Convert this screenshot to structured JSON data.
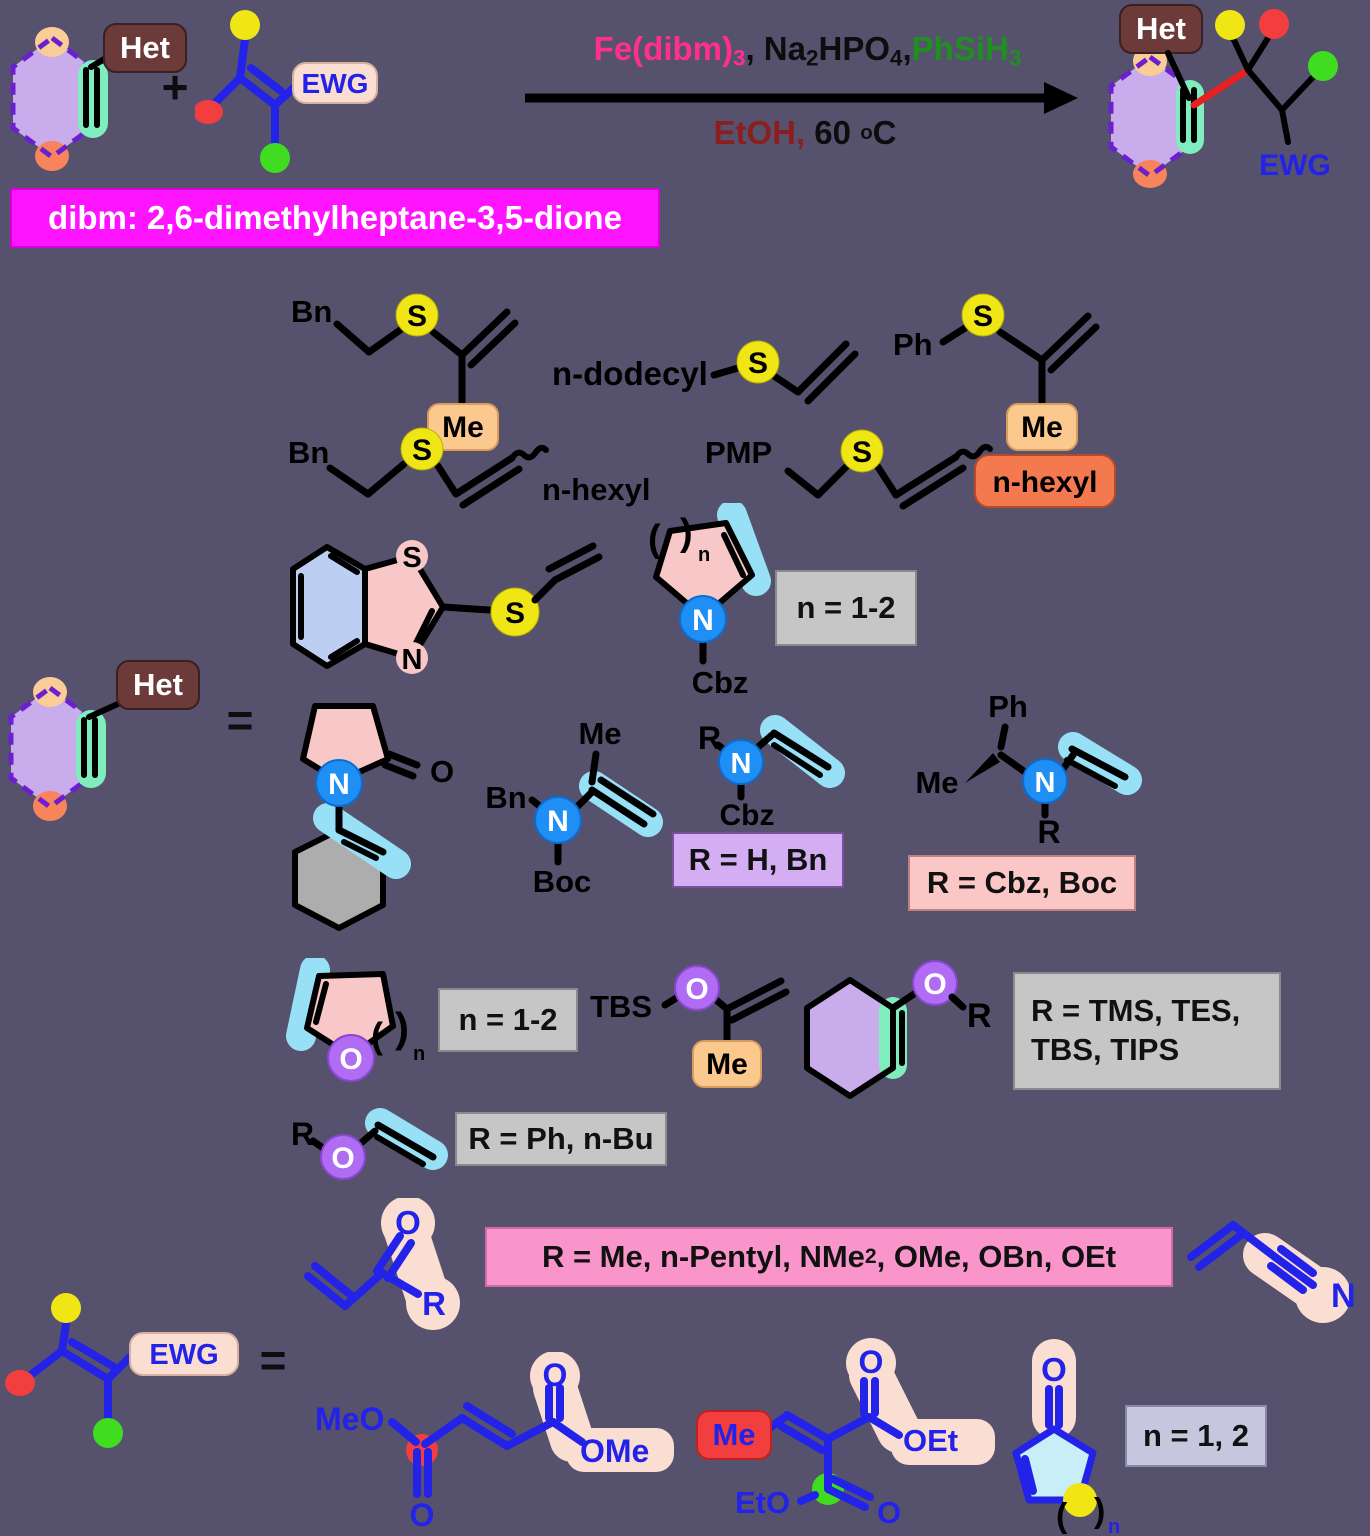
{
  "colors": {
    "background": "#56526E",
    "highlight_cyan": "#97E0F6",
    "highlight_mint": "#80EDBE",
    "hexagon_purple": "#C9ACEC",
    "sulfur_yellow": "#F0E616",
    "oxygen_purple": "#B06CF2",
    "nitrogen_blue": "#1F8FF5",
    "het_box_brown": "#6C3A38",
    "ewg_peach": "#FBDED2",
    "magenta_banner": "#FF14FF",
    "fe_text_pink": "#FF2E8F",
    "silane_text_green": "#1F8F1F",
    "etoh_text_darkred": "#8B1F1F",
    "bond_blue": "#2222E8",
    "note_gray": "#C6C6C6",
    "note_pink": "#FBC6C6",
    "note_purple": "#D4AEF2",
    "note_hotpink": "#F995CB",
    "note_lavender": "#C6C6DF",
    "me_orange": "#FBC98E",
    "hexyl_salmon": "#F4794F",
    "me_red_box": "#F23E3E",
    "ring_pink": "#F8C8C8",
    "ring_lightblue": "#BCCFF2",
    "ring_gray": "#ADADAD",
    "ring_cyan": "#C8EEF8"
  },
  "reaction": {
    "het_label": "Het",
    "plus": "+",
    "ewg_label": "EWG",
    "conditions": {
      "fe": "Fe(dibm)",
      "fe_sub": "3",
      "mid1": ", Na",
      "na_sub": "2",
      "hpo": "HPO",
      "hpo_sub": "4",
      "comma": ", ",
      "silane": "PhSiH",
      "silane_sub": "3",
      "solvent": "EtOH,",
      "temp": " 60 ",
      "deg_sup": "o",
      "deg_c": "C"
    },
    "product": {
      "het_label": "Het",
      "ewg_label": "EWG"
    },
    "dibm_note": "dibm: 2,6-dimethylheptane-3,5-dione"
  },
  "het_group": {
    "equals": "=",
    "het_label": "Het",
    "thioethers": {
      "benzyl_isopropenyl": {
        "bn": "Bn",
        "s": "S",
        "me": "Me"
      },
      "dodecyl_vinyl": {
        "chain": "n-dodecyl",
        "s": "S"
      },
      "phenyl_isopropenyl": {
        "ph": "Ph",
        "s": "S",
        "me": "Me"
      },
      "benzyl_hexenyl": {
        "bn": "Bn",
        "s": "S",
        "hexyl": "n-hexyl"
      },
      "pmp_hexenyl": {
        "pmp": "PMP",
        "s": "S",
        "hexyl": "n-hexyl"
      },
      "benzothiazolyl_vinyl": {
        "ring_s": "S",
        "ring_n": "N",
        "s": "S"
      }
    },
    "enamines": {
      "cbz_cyclic": {
        "n": "N",
        "cbz": "Cbz",
        "paren_open": "(",
        "paren_close": ")",
        "n_sub": "n",
        "note": "n = 1-2"
      },
      "lactam": {
        "n": "N",
        "o": "O"
      },
      "bn_boc": {
        "bn": "Bn",
        "me": "Me",
        "n": "N",
        "boc": "Boc"
      },
      "r_cbz": {
        "r": "R",
        "n": "N",
        "cbz": "Cbz",
        "note": "R = H, Bn"
      },
      "phenylethyl": {
        "ph": "Ph",
        "me": "Me",
        "n": "N",
        "r": "R",
        "note": "R = Cbz, Boc"
      }
    },
    "enol_ethers": {
      "cyclic": {
        "o": "O",
        "paren_open": "(",
        "paren_close": ")",
        "n_sub": "n",
        "note": "n = 1-2"
      },
      "tbs": {
        "tbs": "TBS",
        "o": "O",
        "me": "Me"
      },
      "cyclohexenyl": {
        "o": "O",
        "r": "R",
        "note_line1": "R = TMS, TES,",
        "note_line2": "TBS, TIPS"
      },
      "vinyl": {
        "r": "R",
        "o": "O",
        "note": "R = Ph, n-Bu"
      }
    }
  },
  "ewg_group": {
    "equals": "=",
    "ewg_label": "EWG",
    "acryloyl": {
      "o": "O",
      "r": "R",
      "note_pre": "R = Me, n-Pentyl, NMe",
      "note_sub": "2",
      "note_post": ", OMe, OBn, OEt"
    },
    "acrylonitrile": {
      "n": "N"
    },
    "fumarate": {
      "meo": "MeO",
      "o_left": "O",
      "o_right": "O",
      "ome": "OMe"
    },
    "ethylidene_malonate": {
      "me": "Me",
      "o_top": "O",
      "oet": "OEt",
      "eto": "EtO",
      "o_bottom": "O"
    },
    "cycloalkenone": {
      "o": "O",
      "paren_open": "(",
      "paren_close": ")",
      "n_sub": "n",
      "note": "n = 1, 2"
    }
  }
}
